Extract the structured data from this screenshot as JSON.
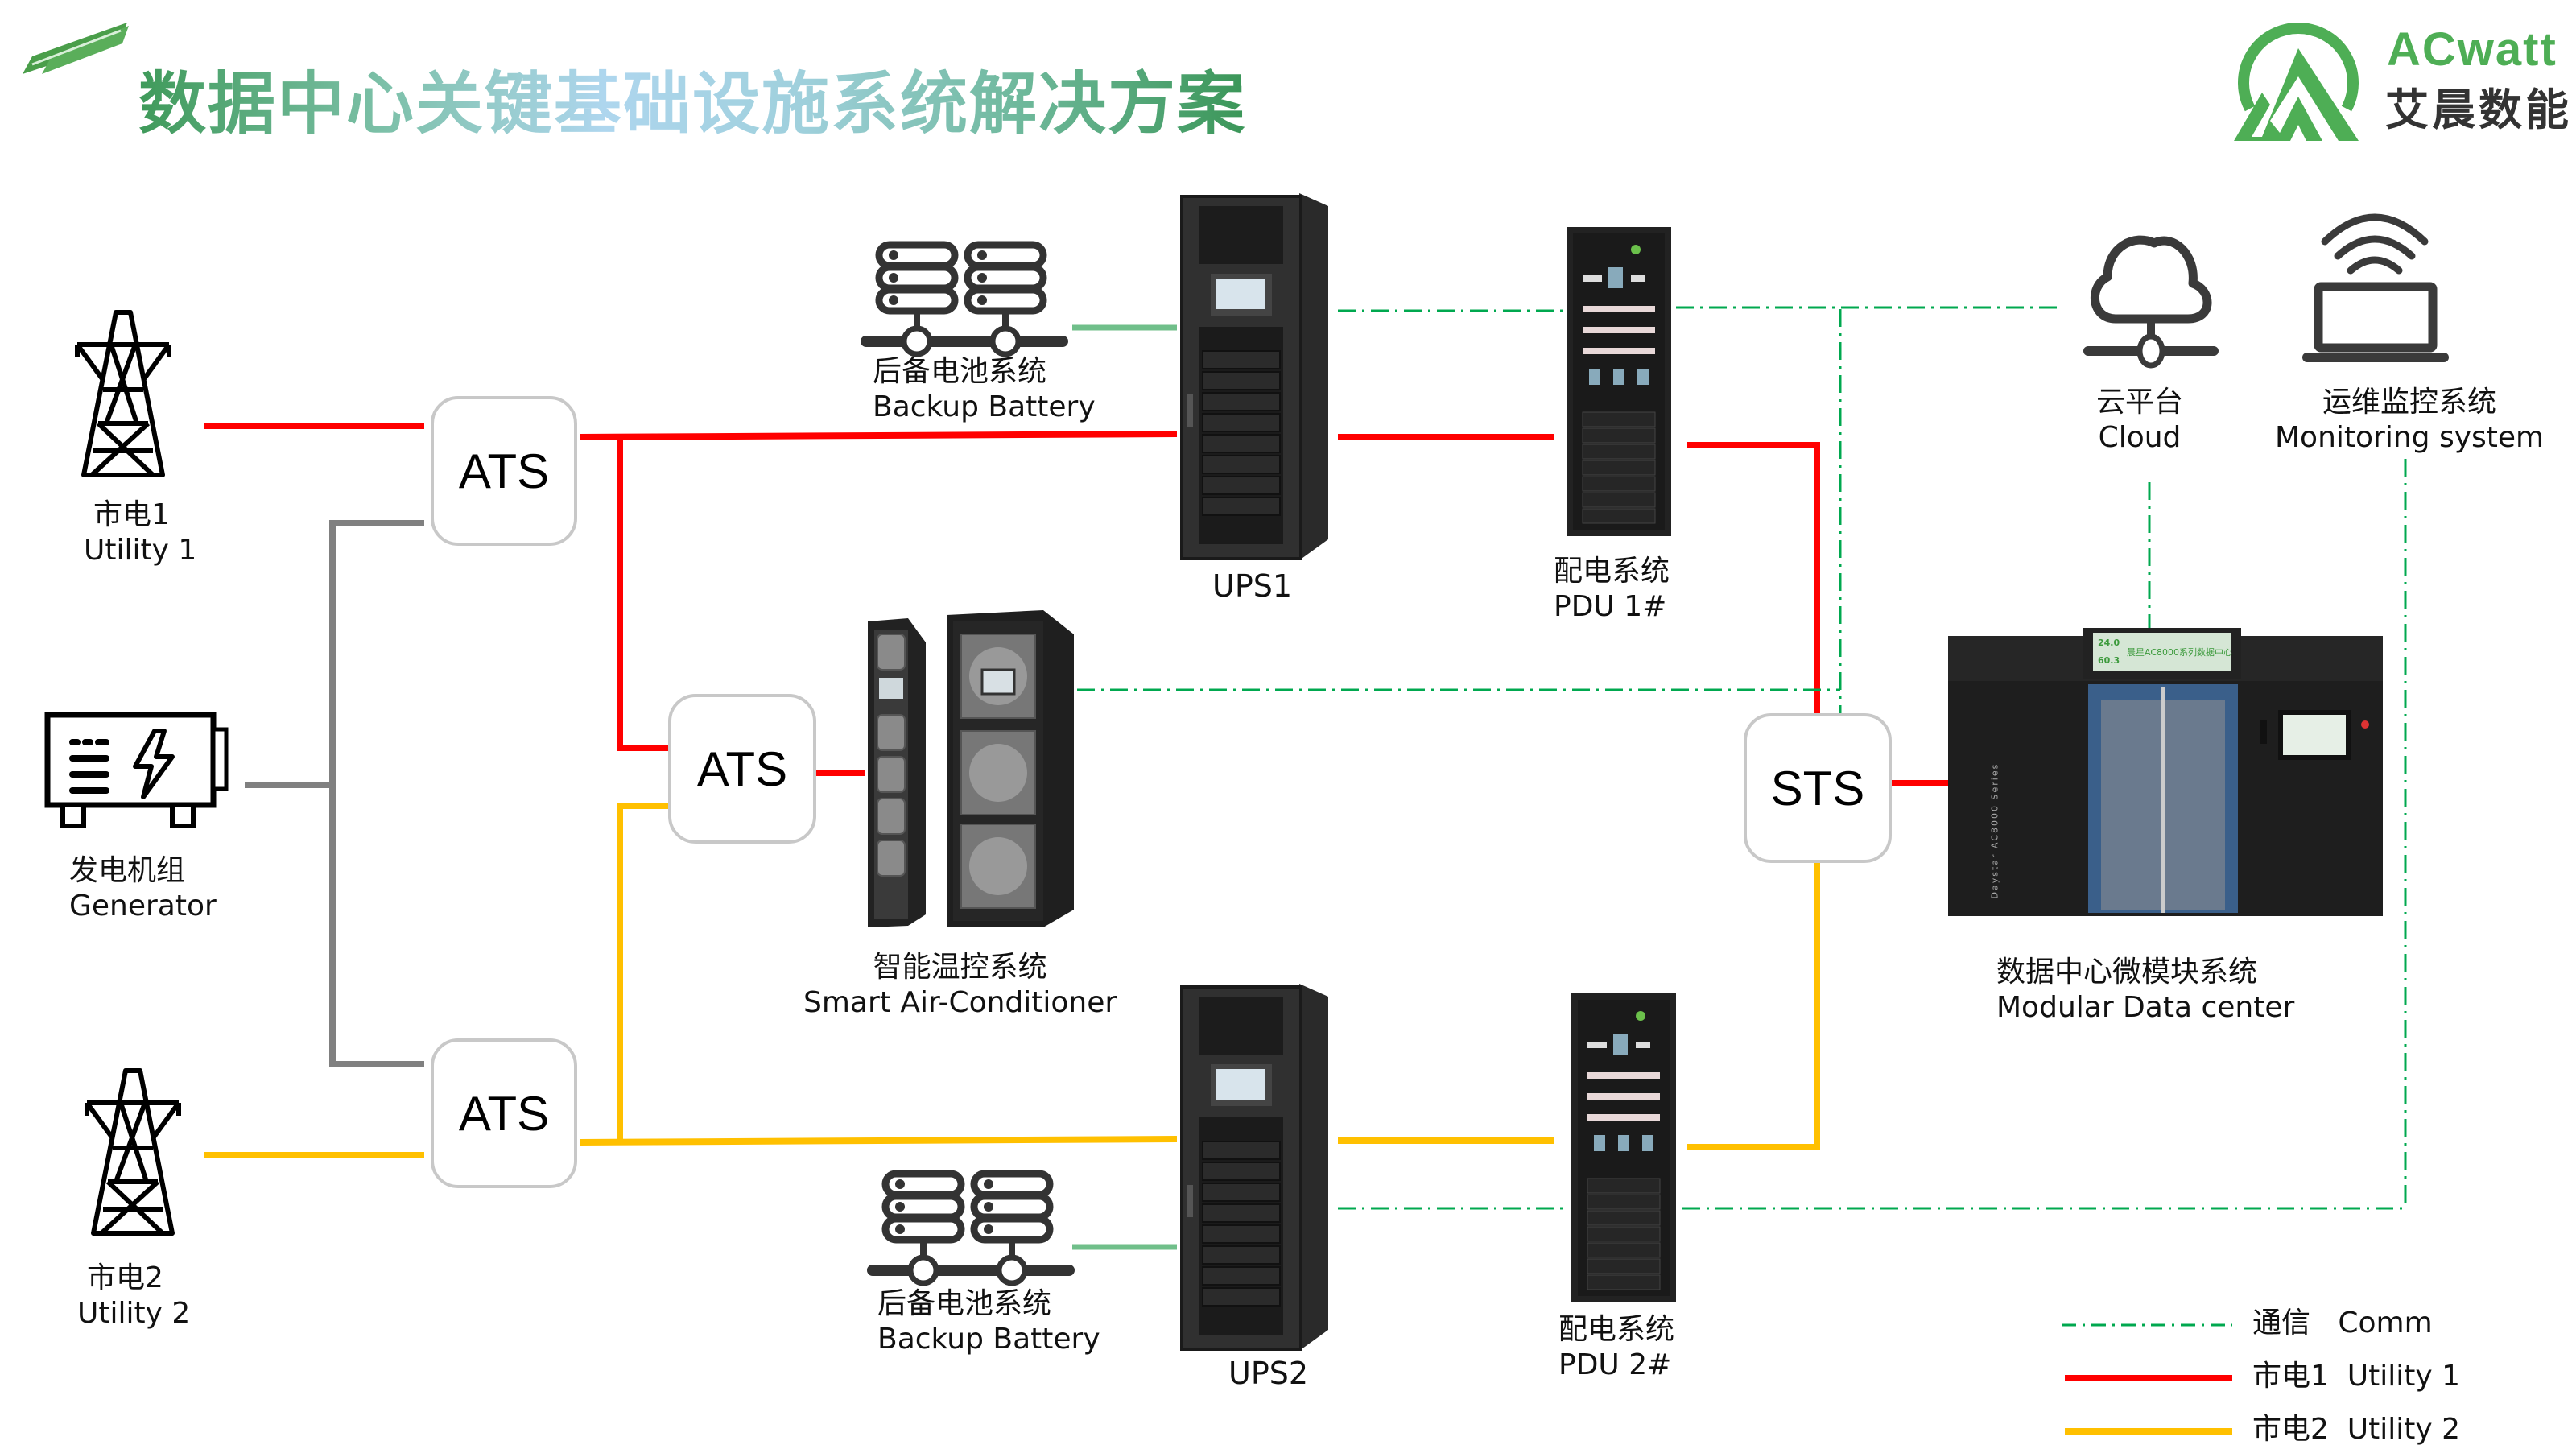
{
  "header": {
    "title": "数据中心关键基础设施系统解决方案",
    "logo": {
      "brand_en": "ACwatt",
      "brand_cn": "艾晨数能",
      "icon": "mountain-sun-logo-icon"
    }
  },
  "colors": {
    "utility1": "#ff0000",
    "utility2": "#ffc000",
    "generator": "#808080",
    "comm": "#00a84f",
    "battery_link": "#70bf8a",
    "title_green": "#3f9a5a",
    "title_blue": "#aed6ee"
  },
  "nodes": {
    "utility1": {
      "cn": "市电1",
      "en": "Utility 1",
      "icon": "power-tower-icon"
    },
    "utility2": {
      "cn": "市电2",
      "en": "Utility 2",
      "icon": "power-tower-icon"
    },
    "generator": {
      "cn": "发电机组",
      "en": "Generator",
      "icon": "generator-icon"
    },
    "ats1": {
      "label": "ATS"
    },
    "ats2": {
      "label": "ATS"
    },
    "ats3": {
      "label": "ATS"
    },
    "sts": {
      "label": "STS"
    },
    "battery1": {
      "cn": "后备电池系统",
      "en": "Backup Battery",
      "icon": "battery-rack-icon"
    },
    "battery2": {
      "cn": "后备电池系统",
      "en": "Backup Battery",
      "icon": "battery-rack-icon"
    },
    "ups1": {
      "label": "UPS1"
    },
    "ups2": {
      "label": "UPS2"
    },
    "pdu1": {
      "cn": "配电系统",
      "en": "PDU 1#"
    },
    "pdu2": {
      "cn": "配电系统",
      "en": "PDU 2#"
    },
    "aircon": {
      "cn": "智能温控系统",
      "en": "Smart Air-Conditioner"
    },
    "cloud": {
      "cn": "云平台",
      "en": "Cloud",
      "icon": "cloud-network-icon"
    },
    "monitor": {
      "cn": "运维监控系统",
      "en": "Monitoring system",
      "icon": "laptop-wireless-icon"
    },
    "mdc": {
      "cn": "数据中心微模块系统",
      "en": "Modular Data center",
      "screen_value_1": "24.0",
      "screen_value_2": "60.3",
      "screen_title": "晨星AC8000系列数据中心",
      "side_text": "Daystar  AC8000  Series"
    }
  },
  "legend": [
    {
      "cn": "通信",
      "en": "Comm",
      "style": "dash-dot",
      "color_key": "comm"
    },
    {
      "cn": "市电1",
      "en": "Utility 1",
      "style": "solid",
      "color_key": "utility1"
    },
    {
      "cn": "市电2",
      "en": "Utility 2",
      "style": "solid",
      "color_key": "utility2"
    }
  ]
}
